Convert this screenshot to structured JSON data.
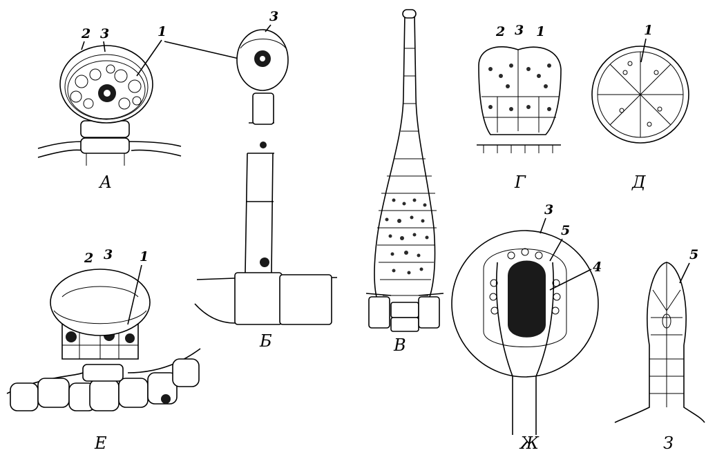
{
  "panels": {
    "A": "А",
    "B": "Б",
    "V": "В",
    "G": "Г",
    "D": "Д",
    "E": "Е",
    "Zh": "Ж",
    "Z": "З"
  },
  "numbers": {
    "n1": "1",
    "n2": "2",
    "n3": "3",
    "n4": "4",
    "n5": "5"
  }
}
